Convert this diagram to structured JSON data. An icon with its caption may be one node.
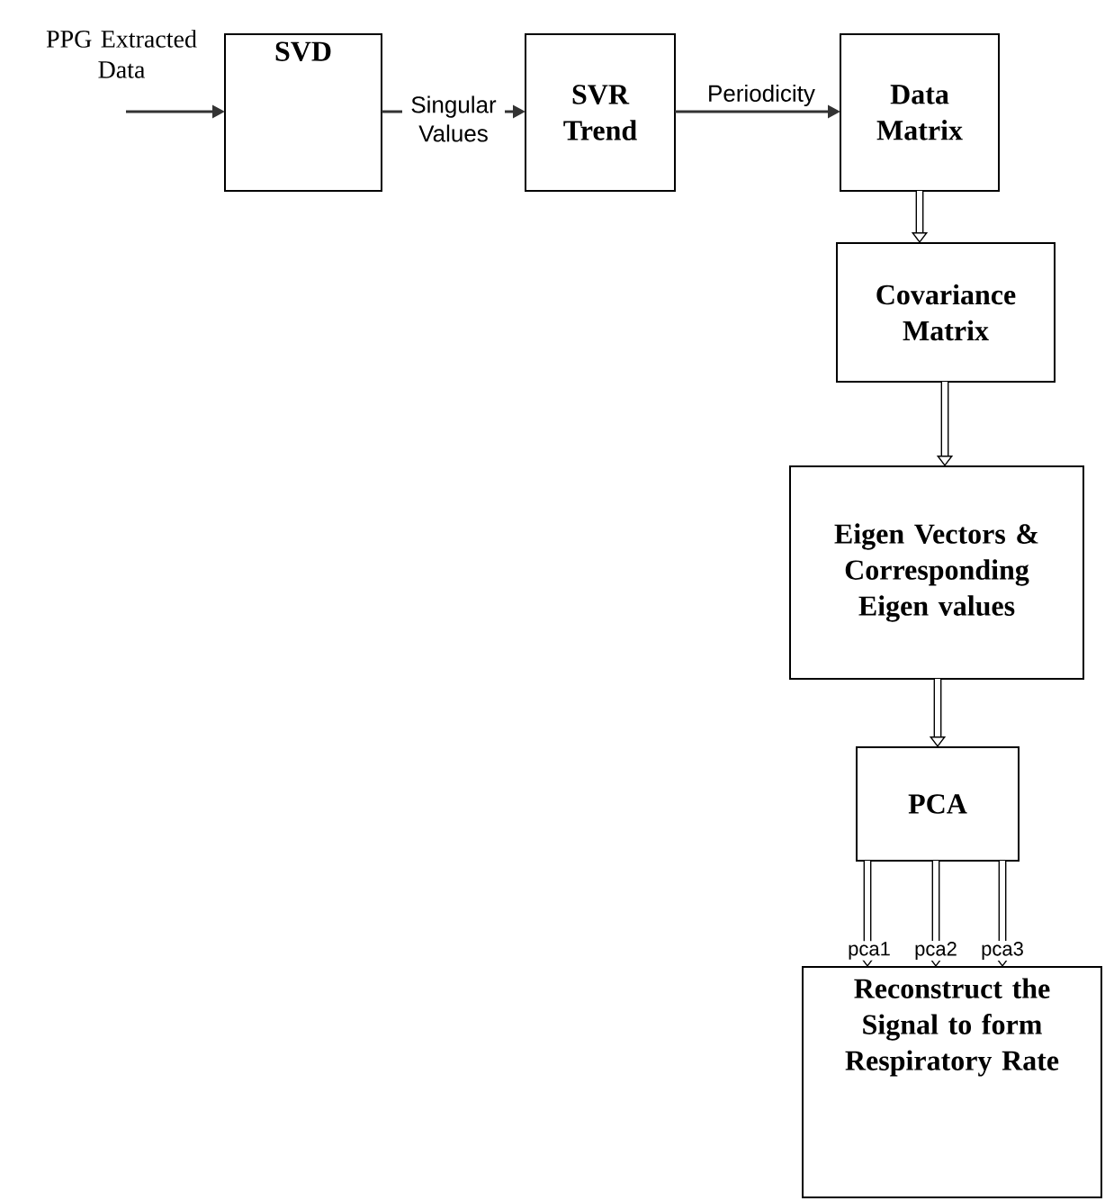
{
  "diagram": {
    "nodes": [
      {
        "text": [
          "PPG Extracted Data"
        ]
      },
      {
        "text": [
          "SVD"
        ]
      },
      {
        "text": [
          "SVR Trend"
        ]
      },
      {
        "text": [
          "Data Matrix"
        ]
      },
      {
        "text": [
          "Covariance Matrix"
        ]
      },
      {
        "text": [
          "Eigen Vectors & Corresponding Eigen values"
        ]
      },
      {
        "text": [
          "PCA"
        ]
      },
      {
        "text": [
          "Reconstruct the Signal to form Respiratory Rate"
        ]
      }
    ],
    "edges": [
      {
        "from": 0,
        "to": 1,
        "arrow": "to"
      },
      {
        "from": 1,
        "to": 2,
        "arrow": "to",
        "label": "Singular Values"
      },
      {
        "from": 2,
        "to": 3,
        "arrow": "to",
        "label": "Periodicity"
      },
      {
        "from": 3,
        "to": 4,
        "arrow": "to"
      },
      {
        "from": 4,
        "to": 5,
        "arrow": "to"
      },
      {
        "from": 5,
        "to": 6,
        "arrow": "to"
      },
      {
        "from": 6,
        "to": 7,
        "arrow": "to",
        "label": "pca1"
      },
      {
        "from": 6,
        "to": 7,
        "arrow": "to",
        "label": "pca2"
      },
      {
        "from": 6,
        "to": 7,
        "arrow": "to",
        "label": "pca3"
      }
    ]
  }
}
